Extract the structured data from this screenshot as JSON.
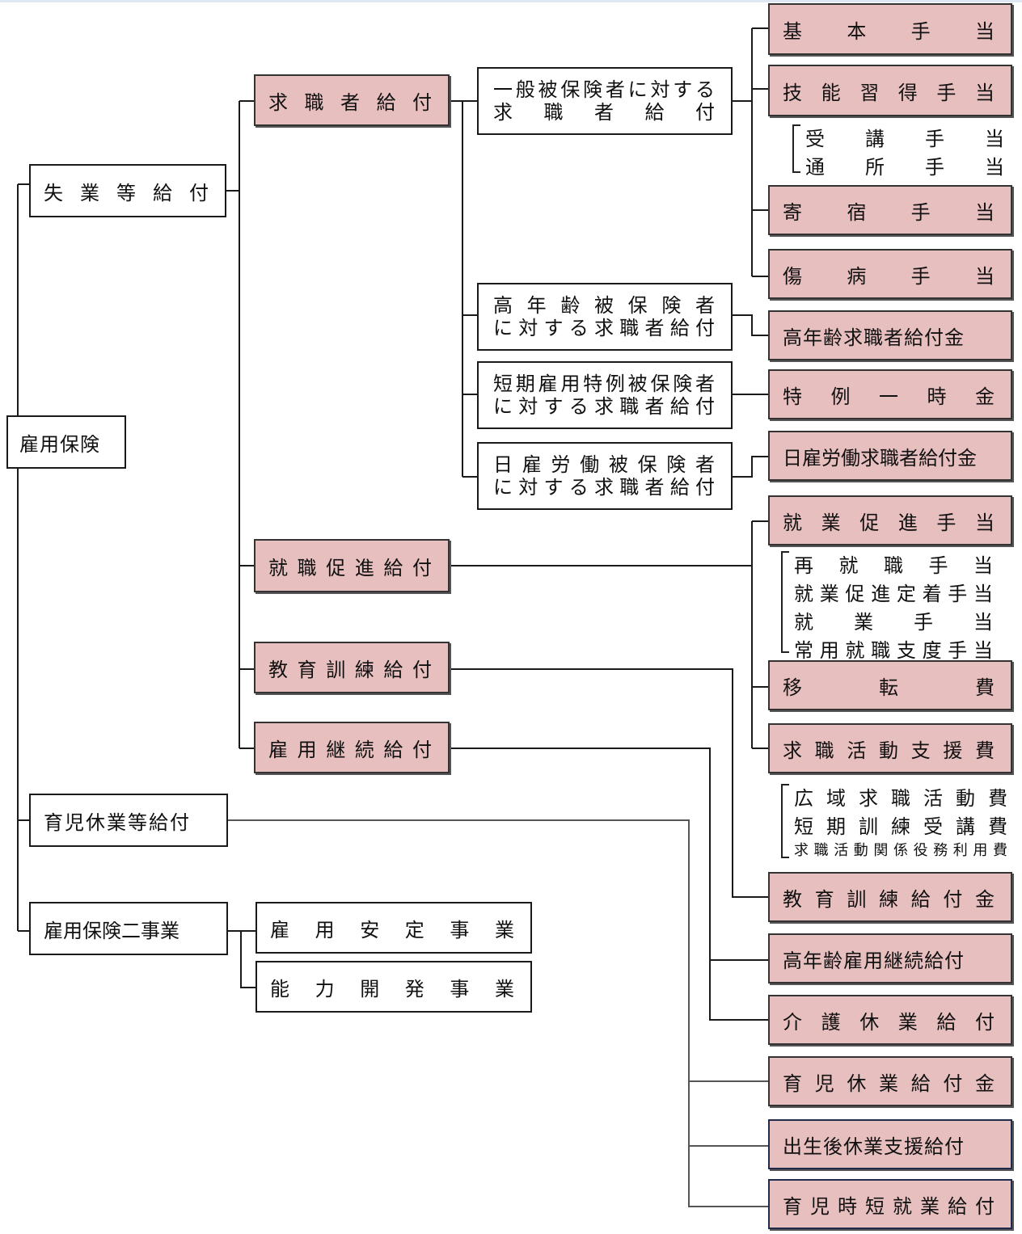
{
  "nodes": {
    "root": "雇用保険",
    "unemployment": "失業等給付",
    "childcare_leave": "育児休業等給付",
    "two_programs": "雇用保険二事業",
    "jobseeker": "求職者給付",
    "reemployment_promo": "就職促進給付",
    "education_training": "教育訓練給付",
    "continued_employment": "雇用継続給付",
    "general_insured": [
      "一般被保険者に対する",
      "求職者給付"
    ],
    "elderly_insured": [
      "高年齢被保険者",
      "に対する求職者給付"
    ],
    "short_term_insured": [
      "短期雇用特例被保険者",
      "に対する求職者給付"
    ],
    "day_laborer_insured": [
      "日雇労働被保険者",
      "に対する求職者給付"
    ],
    "basic_allowance": "基本手当",
    "skill_allowance": "技能習得手当",
    "skill_sub": [
      "受講手当",
      "通所手当"
    ],
    "lodging_allowance": "寄宿手当",
    "sickness_allowance": "傷病手当",
    "elderly_jobseeker_benefit": "高年齢求職者給付金",
    "special_lump_sum": "特例一時金",
    "day_laborer_benefit": "日雇労働求職者給付金",
    "employment_promo_allowance": "就業促進手当",
    "employment_promo_sub": [
      "再就職手当",
      "就業促進定着手当",
      "就業手当",
      "常用就職支度手当"
    ],
    "relocation_cost": "移転費",
    "job_search_support": "求職活動支援費",
    "job_search_sub": [
      "広域求職活動費",
      "短期訓練受講費",
      "求職活動関係役務利用費"
    ],
    "education_training_benefit": "教育訓練給付金",
    "elderly_continued_employment": "高年齢雇用継続給付",
    "family_care_leave": "介護休業給付",
    "childcare_leave_benefit": "育児休業給付金",
    "postnatal_leave_support": "出生後休業支援給付",
    "childcare_short_time": "育児時短就業給付",
    "employment_stability": "雇用安定事業",
    "ability_development": "能力開発事業"
  },
  "colors": {
    "leaf_fill": "#e8bfbf",
    "new_leaf_border": "#1f2a4d",
    "line": "#1a1a1a",
    "line_gray": "#555555"
  }
}
